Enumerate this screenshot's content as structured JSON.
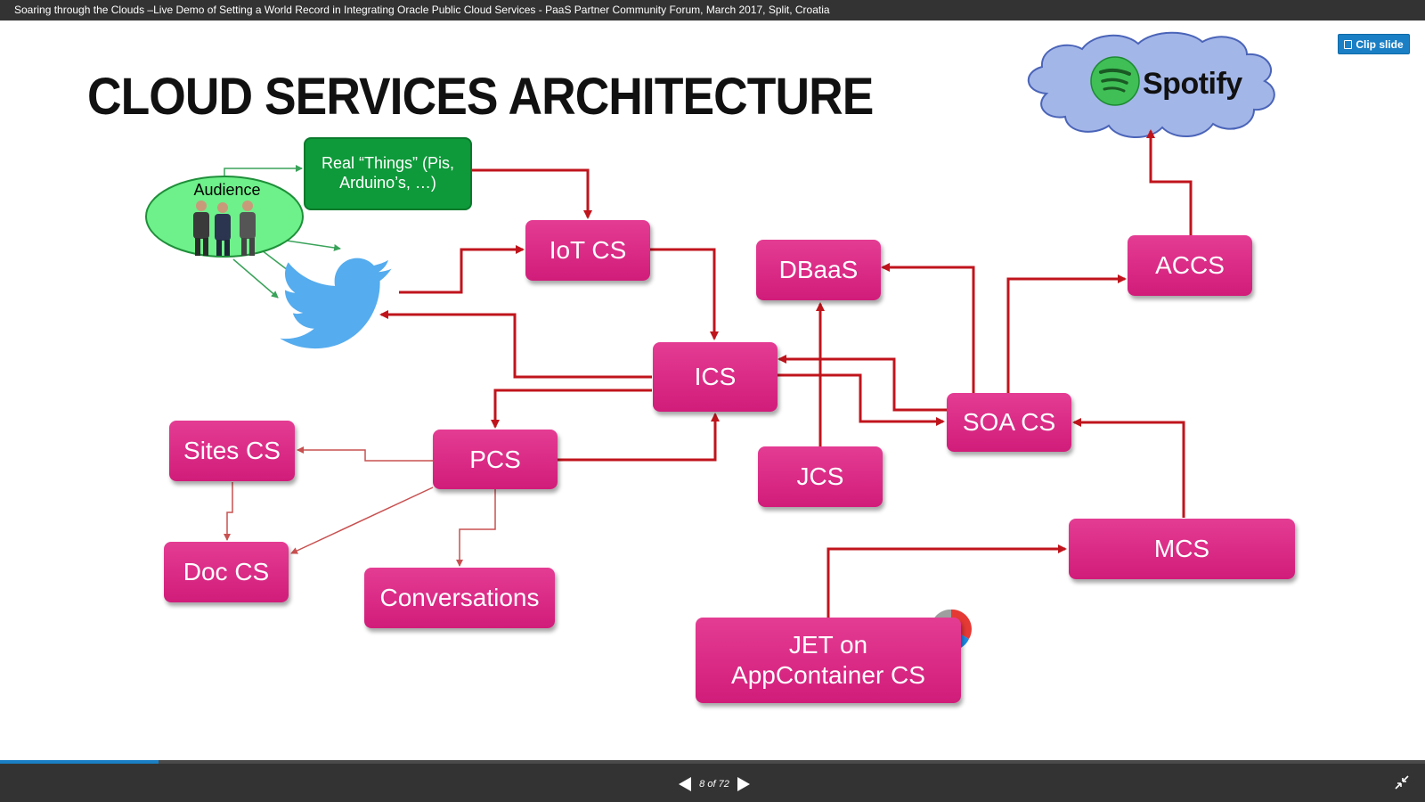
{
  "window": {
    "title": "Soaring through the Clouds –Live Demo of Setting a World Record in Integrating Oracle Public Cloud Services - PaaS Partner Community Forum, March 2017, Split, Croatia"
  },
  "toolbar": {
    "clip_label": "Clip slide"
  },
  "slide": {
    "title": "CLOUD SERVICES ARCHITECTURE",
    "audience_label": "Audience",
    "things_label": "Real “Things” (Pis, Arduino’s, …)",
    "spotify_label": "Spotify",
    "nodes": {
      "iot": "IoT CS",
      "dbaas": "DBaaS",
      "accs": "ACCS",
      "ics": "ICS",
      "soa": "SOA CS",
      "sites": "Sites CS",
      "pcs": "PCS",
      "jcs": "JCS",
      "doc": "Doc CS",
      "conversations": "Conversations",
      "mcs": "MCS",
      "jet_line1": "JET on",
      "jet_line2": "AppContainer CS"
    }
  },
  "pager": {
    "label": "8 of 72",
    "progress": 0.111
  },
  "colors": {
    "node": "#d61f7f",
    "arrow": "#c0141c",
    "thin_arrow": "#c85050",
    "green_arrow": "#3aa35a",
    "accent": "#1a7fc4",
    "bar": "#333333"
  },
  "icons": {
    "twitter": "twitter-bird-icon",
    "spotify": "spotify-logo-icon",
    "jet": "oracle-jet-logo-icon",
    "clip": "clip-icon",
    "expand": "collapse-fullscreen-icon"
  }
}
